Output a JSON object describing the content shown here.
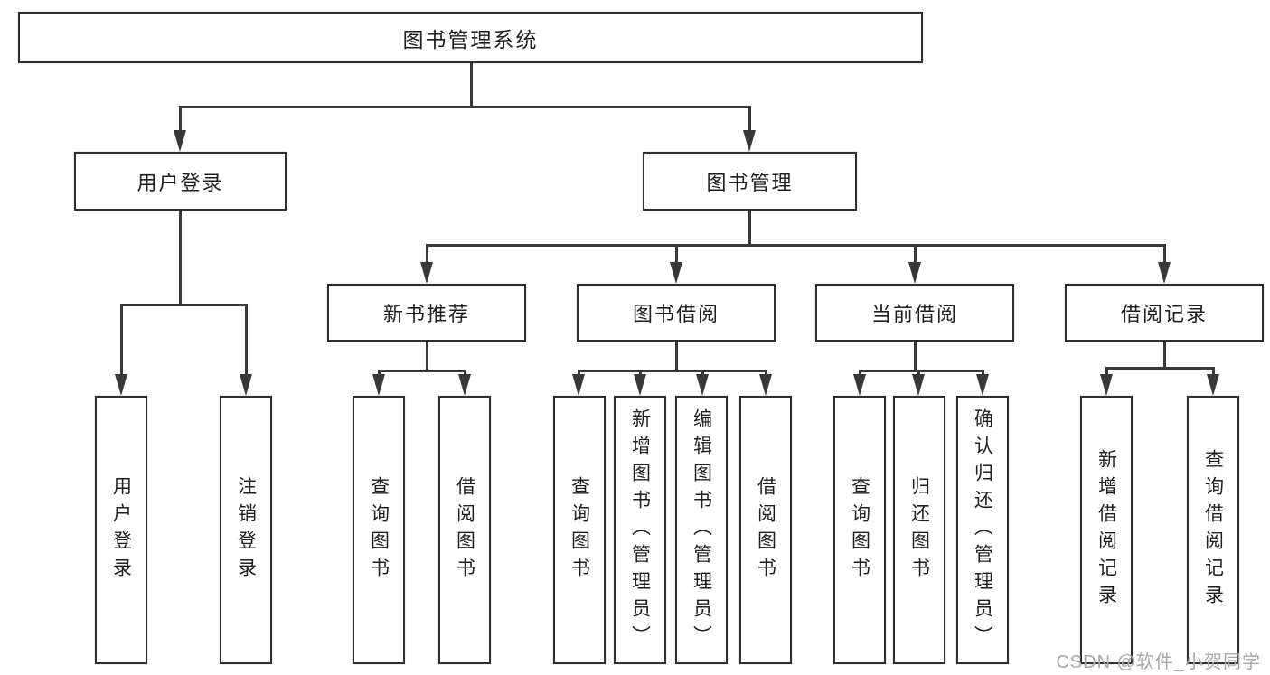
{
  "diagram": {
    "title": "图书管理系统",
    "root": {
      "label": "图书管理系统"
    },
    "level2": [
      {
        "label": "用户登录"
      },
      {
        "label": "图书管理"
      }
    ],
    "level3": [
      {
        "label": "新书推荐"
      },
      {
        "label": "图书借阅"
      },
      {
        "label": "当前借阅"
      },
      {
        "label": "借阅记录"
      }
    ],
    "leaves": [
      {
        "label": "用户登录",
        "parent": "用户登录"
      },
      {
        "label": "注销登录",
        "parent": "用户登录"
      },
      {
        "label": "查询图书",
        "parent": "新书推荐"
      },
      {
        "label": "借阅图书",
        "parent": "新书推荐"
      },
      {
        "label": "查询图书",
        "parent": "图书借阅"
      },
      {
        "label": "新增图书（管理员）",
        "parent": "图书借阅"
      },
      {
        "label": "编辑图书（管理员）",
        "parent": "图书借阅"
      },
      {
        "label": "借阅图书",
        "parent": "图书借阅"
      },
      {
        "label": "查询图书",
        "parent": "当前借阅"
      },
      {
        "label": "归还图书",
        "parent": "当前借阅"
      },
      {
        "label": "确认归还（管理员）",
        "parent": "当前借阅"
      },
      {
        "label": "新增借阅记录",
        "parent": "借阅记录"
      },
      {
        "label": "查询借阅记录",
        "parent": "借阅记录"
      }
    ]
  },
  "watermark": {
    "text": "CSDN @软件_小贺同学"
  },
  "colors": {
    "line": "#383838",
    "border": "#2f2f2f",
    "text": "#1f1f1f",
    "watermark": "#a8a8a8",
    "background": "#ffffff"
  }
}
